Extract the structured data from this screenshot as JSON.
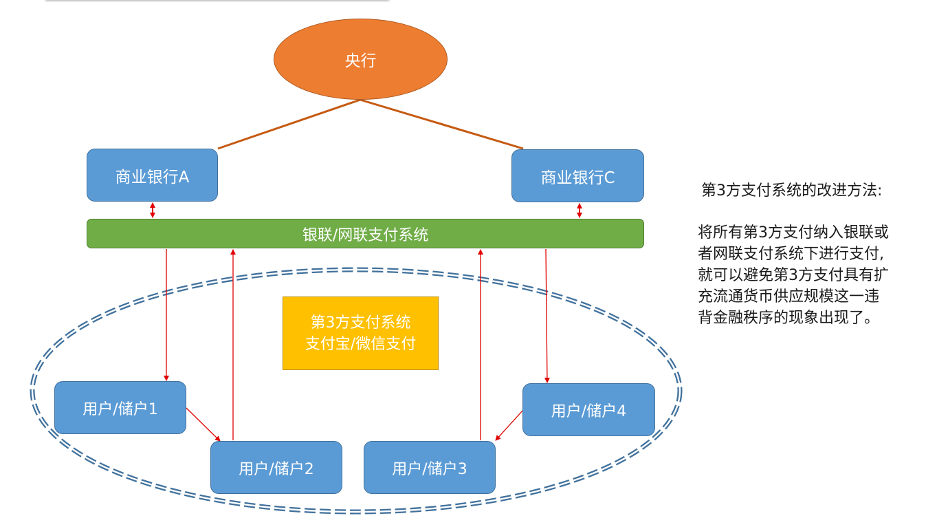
{
  "diagram": {
    "central_bank": {
      "label": "央行"
    },
    "commercial_banks": [
      {
        "id": "A",
        "label": "商业银行A"
      },
      {
        "id": "C",
        "label": "商业银行C"
      }
    ],
    "payment_network": {
      "label": "银联/网联支付系统"
    },
    "third_party_system": {
      "line1": "第3方支付系统",
      "line2": "支付宝/微信支付"
    },
    "users": [
      {
        "id": 1,
        "label": "用户/储户1"
      },
      {
        "id": 2,
        "label": "用户/储户2"
      },
      {
        "id": 3,
        "label": "用户/储户3"
      },
      {
        "id": 4,
        "label": "用户/储户4"
      }
    ],
    "connections": [
      {
        "from": "central_bank",
        "to": "bank_A",
        "style": "line"
      },
      {
        "from": "central_bank",
        "to": "bank_C",
        "style": "line"
      },
      {
        "from": "bank_A",
        "to": "payment_network",
        "style": "bidirectional-arrow"
      },
      {
        "from": "bank_C",
        "to": "payment_network",
        "style": "bidirectional-arrow"
      },
      {
        "from": "payment_network",
        "to": "user_1",
        "style": "arrow"
      },
      {
        "from": "user_1",
        "to": "user_2",
        "style": "arrow"
      },
      {
        "from": "user_2",
        "to": "payment_network",
        "style": "arrow"
      },
      {
        "from": "user_3",
        "to": "payment_network",
        "style": "arrow"
      },
      {
        "from": "payment_network",
        "to": "user_4",
        "style": "arrow"
      },
      {
        "from": "user_4",
        "to": "user_3",
        "style": "arrow"
      }
    ],
    "colors": {
      "central_bank": "#ed7d31",
      "bank": "#5b9bd5",
      "payment_network": "#70ad47",
      "third_party": "#ffc000",
      "arrow": "#e00000",
      "hierarchy_line": "#c55a11",
      "boundary": "#41719c"
    }
  },
  "note": {
    "title": "第3方支付系统的改进方法:",
    "lines": [
      "将所有第3方支付纳入银联或",
      "者网联支付系统下进行支付,",
      "就可以避免第3方支付具有扩",
      "充流通货币供应规模这一违",
      "背金融秩序的现象出现了。"
    ]
  }
}
